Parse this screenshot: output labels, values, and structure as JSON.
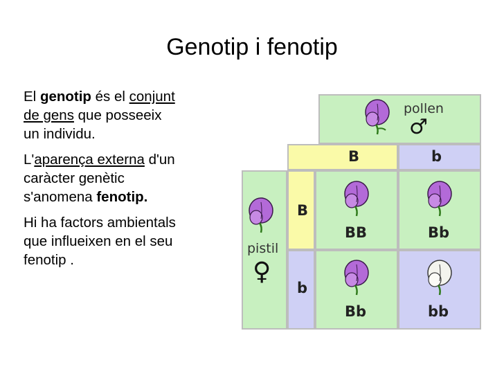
{
  "title": "Genotip i fenotip",
  "paragraphs": [
    {
      "p1_a": "El ",
      "p1_b": "genotip",
      "p1_c": " és el ",
      "p1_d": "conjunt",
      "p1_e": " ",
      "p1_f": "de gens",
      "p1_g": " que posseeix",
      "p1_h": "un individu."
    }
  ],
  "para2": {
    "a": "L'",
    "b": "aparença externa",
    "c": " d'un",
    "d": "caràcter genètic",
    "e": "s'anomena ",
    "f": "fenotip."
  },
  "para3": {
    "line1": "Hi ha factors ambientals",
    "line2": "que influeixen en el seu",
    "line3": "fenotip ."
  },
  "diagram": {
    "pollen_label": "pollen",
    "male_symbol": "♂",
    "pistil_label": "pistil",
    "female_symbol": "♀",
    "col_alleles": [
      "B",
      "b"
    ],
    "row_alleles": [
      "B",
      "b"
    ],
    "genotypes": [
      "BB",
      "Bb",
      "Bb",
      "bb"
    ],
    "colors": {
      "purple": "#b36ad8",
      "white": "#f4f4ee",
      "green": "#c8f0c0",
      "yellow": "#fafaa8",
      "lavender": "#cfd0f5"
    }
  }
}
